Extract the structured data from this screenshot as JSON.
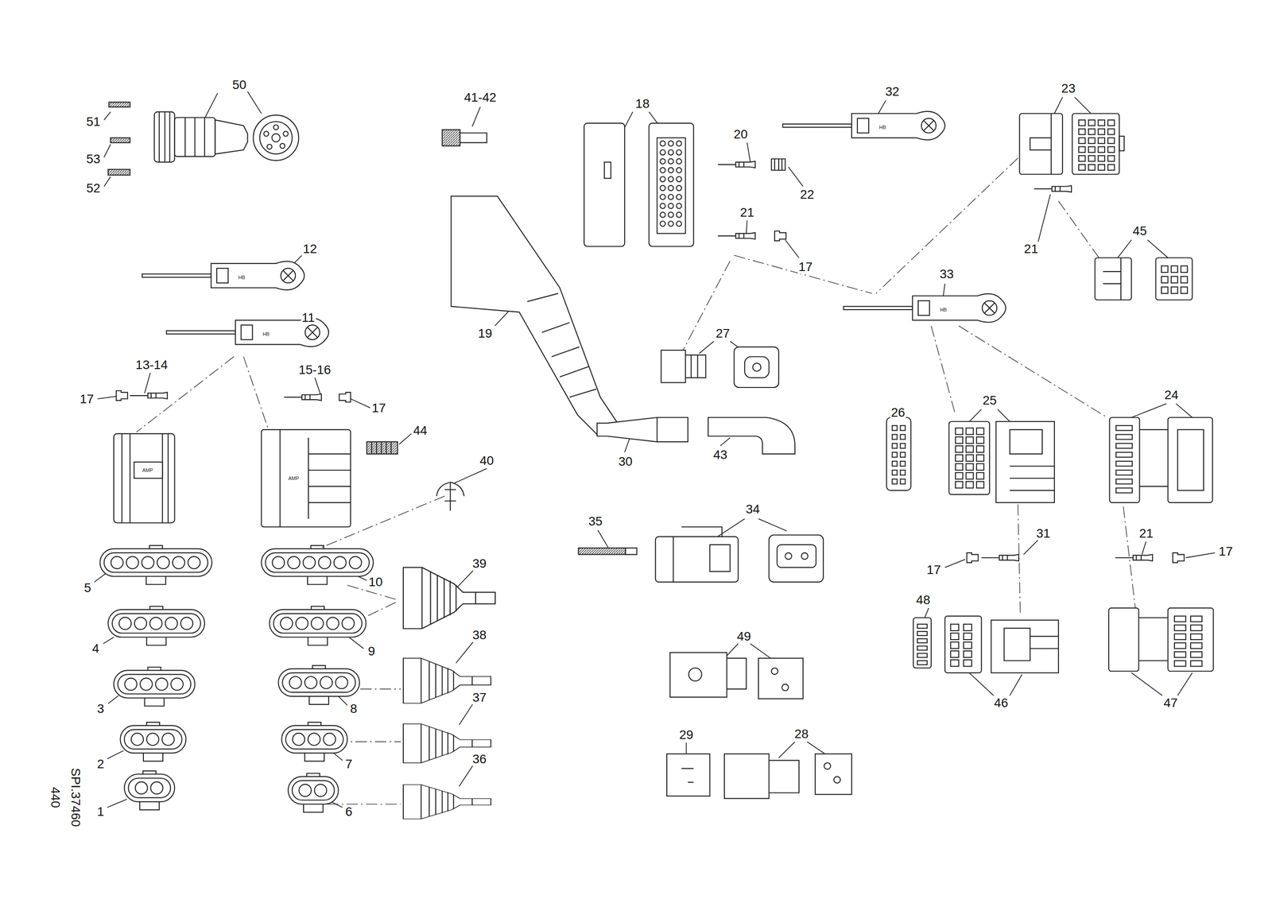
{
  "diagram": {
    "labels": [
      "50",
      "51",
      "53",
      "52",
      "41-42",
      "18",
      "32",
      "23",
      "20",
      "22",
      "21",
      "17",
      "12",
      "11",
      "19",
      "33",
      "21",
      "45",
      "27",
      "13-14",
      "15-16",
      "17",
      "17",
      "44",
      "26",
      "25",
      "24",
      "40",
      "30",
      "43",
      "35",
      "34",
      "31",
      "17",
      "21",
      "17",
      "5",
      "10",
      "39",
      "4",
      "9",
      "49",
      "48",
      "46",
      "47",
      "3",
      "8",
      "38",
      "37",
      "2",
      "7",
      "29",
      "28",
      "36",
      "1",
      "6",
      "SPI.37460",
      "440",
      "AMP",
      "AMP",
      "HB",
      "HB",
      "HB",
      "HB"
    ]
  }
}
